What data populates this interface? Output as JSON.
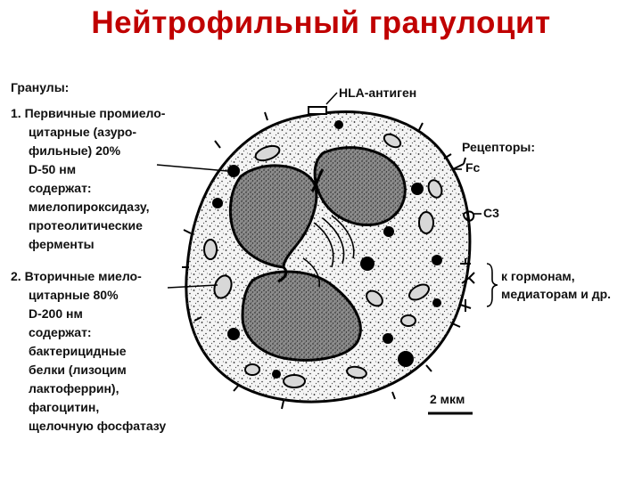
{
  "title": "Нейтрофильный гранулоцит",
  "granules_heading": "Гранулы:",
  "primary": {
    "l1": "1. Первичные промиело-",
    "l2": "цитарные (азуро-",
    "l3": "фильные) 20%",
    "l4": "D-50 нм",
    "l5": "содержат:",
    "l6": "миелопироксидазу,",
    "l7": "протеолитические",
    "l8": "ферменты"
  },
  "secondary": {
    "l1": "2. Вторичные миело-",
    "l2": "цитарные 80%",
    "l3": "D-200 нм",
    "l4": "содержат:",
    "l5": "бактерицидные",
    "l6": "белки (лизоцим",
    "l7": "лактоферрин),",
    "l8": "фагоцитин,",
    "l9": "щелочную фосфатазу"
  },
  "hla_label": "HLA-антиген",
  "receptors_heading": "Рецепторы:",
  "fc_label": "Fc",
  "c3_label": "C3",
  "hormones": {
    "l1": "к гормонам,",
    "l2": "медиаторам и др."
  },
  "scale_label": "2 мкм"
}
